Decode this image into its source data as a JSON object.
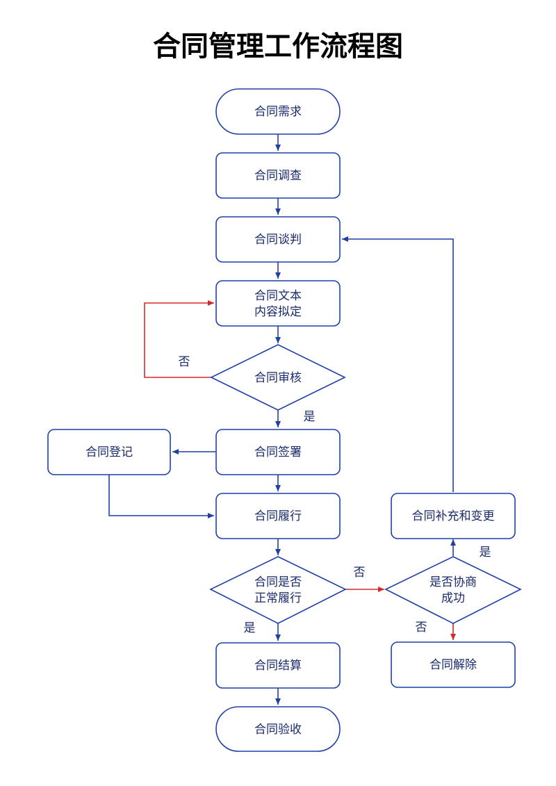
{
  "title": "合同管理工作流程图",
  "colors": {
    "line": "#1f3fa6",
    "no_line": "#d62728",
    "text": "#1a2a6c",
    "title": "#000000",
    "fill": "#ffffff"
  },
  "nodes": {
    "demand": "合同需求",
    "survey": "合同调查",
    "negotiate": "合同谈判",
    "draft_line1": "合同文本",
    "draft_line2": "内容拟定",
    "review": "合同审核",
    "sign": "合同签署",
    "register": "合同登记",
    "perform": "合同履行",
    "normal_line1": "合同是否",
    "normal_line2": "正常履行",
    "settle": "合同结算",
    "accept": "合同验收",
    "amend": "合同补充和变更",
    "consult_line1": "是否协商",
    "consult_line2": "成功",
    "terminate": "合同解除"
  },
  "edge_labels": {
    "review_no": "否",
    "review_yes": "是",
    "normal_no": "否",
    "normal_yes": "是",
    "consult_yes": "是",
    "consult_no": "否"
  }
}
